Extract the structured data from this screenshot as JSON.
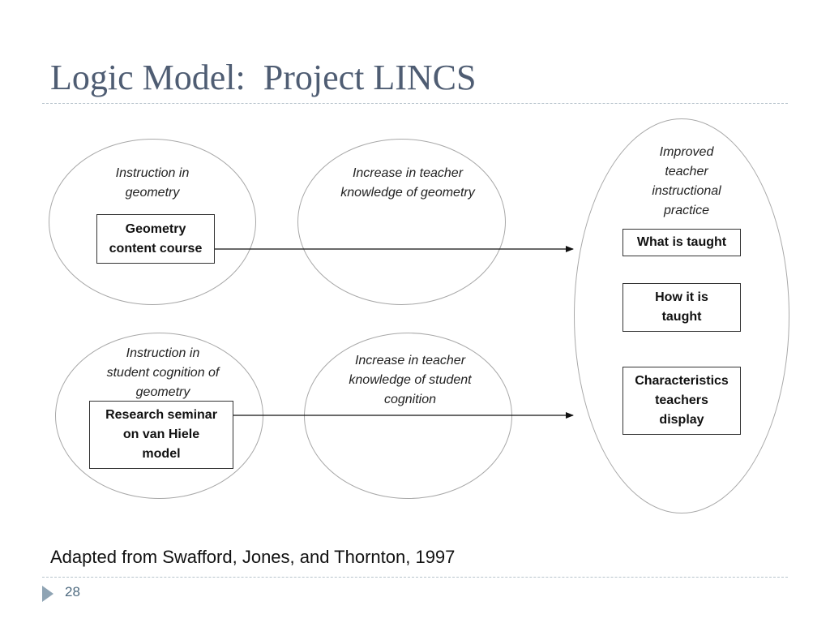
{
  "slide": {
    "title": "Logic Model:  Project LINCS",
    "caption": "Adapted from Swafford, Jones, and Thornton, 1997",
    "page_number": "28"
  },
  "diagram": {
    "nodes": [
      {
        "id": "instruction-geometry",
        "shape": "ellipse",
        "label": "Instruction in geometry",
        "lines": [
          "Instruction in",
          "geometry"
        ]
      },
      {
        "id": "geometry-content-course",
        "shape": "box",
        "label": "Geometry content course",
        "lines": [
          "Geometry",
          "content course"
        ]
      },
      {
        "id": "teacher-knowledge-geometry",
        "shape": "ellipse",
        "label": "Increase in teacher knowledge of geometry",
        "lines": [
          "Increase in teacher",
          "knowledge of geometry"
        ]
      },
      {
        "id": "instruction-student-cognition",
        "shape": "ellipse",
        "label": "Instruction in student cognition of geometry",
        "lines": [
          "Instruction in",
          "student cognition of",
          "geometry"
        ]
      },
      {
        "id": "research-seminar",
        "shape": "box",
        "label": "Research seminar on van Hiele model",
        "lines": [
          "Research seminar",
          "on van Hiele",
          "model"
        ]
      },
      {
        "id": "teacher-knowledge-cognition",
        "shape": "ellipse",
        "label": "Increase in teacher knowledge of student cognition",
        "lines": [
          "Increase in teacher",
          "knowledge of student",
          "cognition"
        ]
      },
      {
        "id": "improved-practice",
        "shape": "ellipse",
        "label": "Improved teacher instructional practice",
        "lines": [
          "Improved",
          "teacher",
          "instructional",
          "practice"
        ]
      },
      {
        "id": "what-is-taught",
        "shape": "box",
        "label": "What is taught",
        "lines": [
          "What is taught"
        ]
      },
      {
        "id": "how-it-is-taught",
        "shape": "box",
        "label": "How it is taught",
        "lines": [
          "How it is",
          "taught"
        ]
      },
      {
        "id": "characteristics",
        "shape": "box",
        "label": "Characteristics teachers display",
        "lines": [
          "Characteristics",
          "teachers",
          "display"
        ]
      }
    ],
    "edges": [
      {
        "from": "geometry-content-course",
        "to": "improved-practice",
        "style": "arrow"
      },
      {
        "from": "research-seminar",
        "to": "improved-practice",
        "style": "arrow"
      }
    ]
  }
}
